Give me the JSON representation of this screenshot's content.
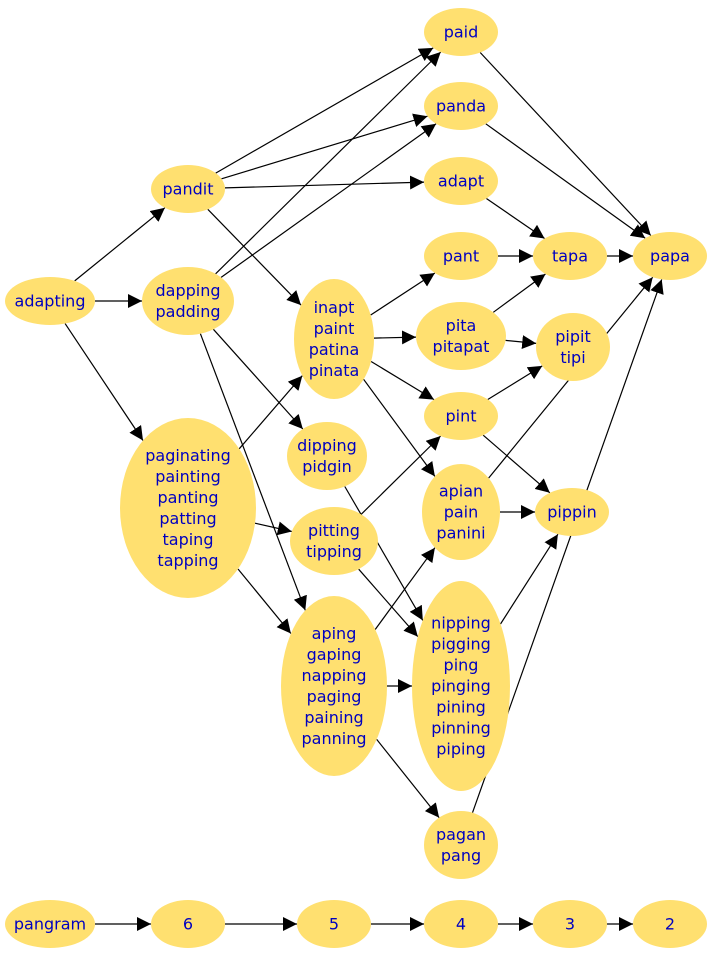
{
  "nodes": {
    "paid": {
      "lines": [
        "paid"
      ]
    },
    "panda": {
      "lines": [
        "panda"
      ]
    },
    "pandit": {
      "lines": [
        "pandit"
      ]
    },
    "adapt": {
      "lines": [
        "adapt"
      ]
    },
    "pant": {
      "lines": [
        "pant"
      ]
    },
    "tapa": {
      "lines": [
        "tapa"
      ]
    },
    "papa": {
      "lines": [
        "papa"
      ]
    },
    "adapting": {
      "lines": [
        "adapting"
      ]
    },
    "dapping": {
      "lines": [
        "dapping",
        "padding"
      ]
    },
    "inapt": {
      "lines": [
        "inapt",
        "paint",
        "patina",
        "pinata"
      ]
    },
    "pita": {
      "lines": [
        "pita",
        "pitapat"
      ]
    },
    "pipit": {
      "lines": [
        "pipit",
        "tipi"
      ]
    },
    "pint": {
      "lines": [
        "pint"
      ]
    },
    "dipping": {
      "lines": [
        "dipping",
        "pidgin"
      ]
    },
    "paginating": {
      "lines": [
        "paginating",
        "painting",
        "panting",
        "patting",
        "taping",
        "tapping"
      ]
    },
    "apian": {
      "lines": [
        "apian",
        "pain",
        "panini"
      ]
    },
    "pippin": {
      "lines": [
        "pippin"
      ]
    },
    "pitting": {
      "lines": [
        "pitting",
        "tipping"
      ]
    },
    "aping": {
      "lines": [
        "aping",
        "gaping",
        "napping",
        "paging",
        "paining",
        "panning"
      ]
    },
    "nipping": {
      "lines": [
        "nipping",
        "pigging",
        "ping",
        "pinging",
        "pining",
        "pinning",
        "piping"
      ]
    },
    "pagan": {
      "lines": [
        "pagan",
        "pang"
      ]
    },
    "pangram": {
      "lines": [
        "pangram"
      ]
    },
    "r6": {
      "lines": [
        "6"
      ]
    },
    "r5": {
      "lines": [
        "5"
      ]
    },
    "r4": {
      "lines": [
        "4"
      ]
    },
    "r3": {
      "lines": [
        "3"
      ]
    },
    "r2": {
      "lines": [
        "2"
      ]
    }
  },
  "edges": [
    [
      "pandit",
      "paid"
    ],
    [
      "pandit",
      "panda"
    ],
    [
      "pandit",
      "adapt"
    ],
    [
      "pandit",
      "inapt"
    ],
    [
      "dapping",
      "paid"
    ],
    [
      "dapping",
      "panda"
    ],
    [
      "dapping",
      "dipping"
    ],
    [
      "dapping",
      "aping"
    ],
    [
      "adapting",
      "pandit"
    ],
    [
      "adapting",
      "dapping"
    ],
    [
      "adapting",
      "paginating"
    ],
    [
      "paid",
      "papa"
    ],
    [
      "panda",
      "papa"
    ],
    [
      "adapt",
      "tapa"
    ],
    [
      "pant",
      "tapa"
    ],
    [
      "tapa",
      "papa"
    ],
    [
      "inapt",
      "pant"
    ],
    [
      "inapt",
      "pita"
    ],
    [
      "inapt",
      "pint"
    ],
    [
      "inapt",
      "apian"
    ],
    [
      "pita",
      "tapa"
    ],
    [
      "pita",
      "pipit"
    ],
    [
      "pint",
      "pipit"
    ],
    [
      "pint",
      "pippin"
    ],
    [
      "paginating",
      "inapt"
    ],
    [
      "paginating",
      "pitting"
    ],
    [
      "paginating",
      "aping"
    ],
    [
      "dipping",
      "nipping"
    ],
    [
      "pitting",
      "pint"
    ],
    [
      "pitting",
      "nipping"
    ],
    [
      "apian",
      "papa"
    ],
    [
      "apian",
      "pippin"
    ],
    [
      "aping",
      "apian"
    ],
    [
      "aping",
      "nipping"
    ],
    [
      "aping",
      "pagan"
    ],
    [
      "nipping",
      "pippin"
    ],
    [
      "pagan",
      "papa"
    ],
    [
      "pangram",
      "r6"
    ],
    [
      "r6",
      "r5"
    ],
    [
      "r5",
      "r4"
    ],
    [
      "r4",
      "r3"
    ],
    [
      "r3",
      "r2"
    ]
  ]
}
